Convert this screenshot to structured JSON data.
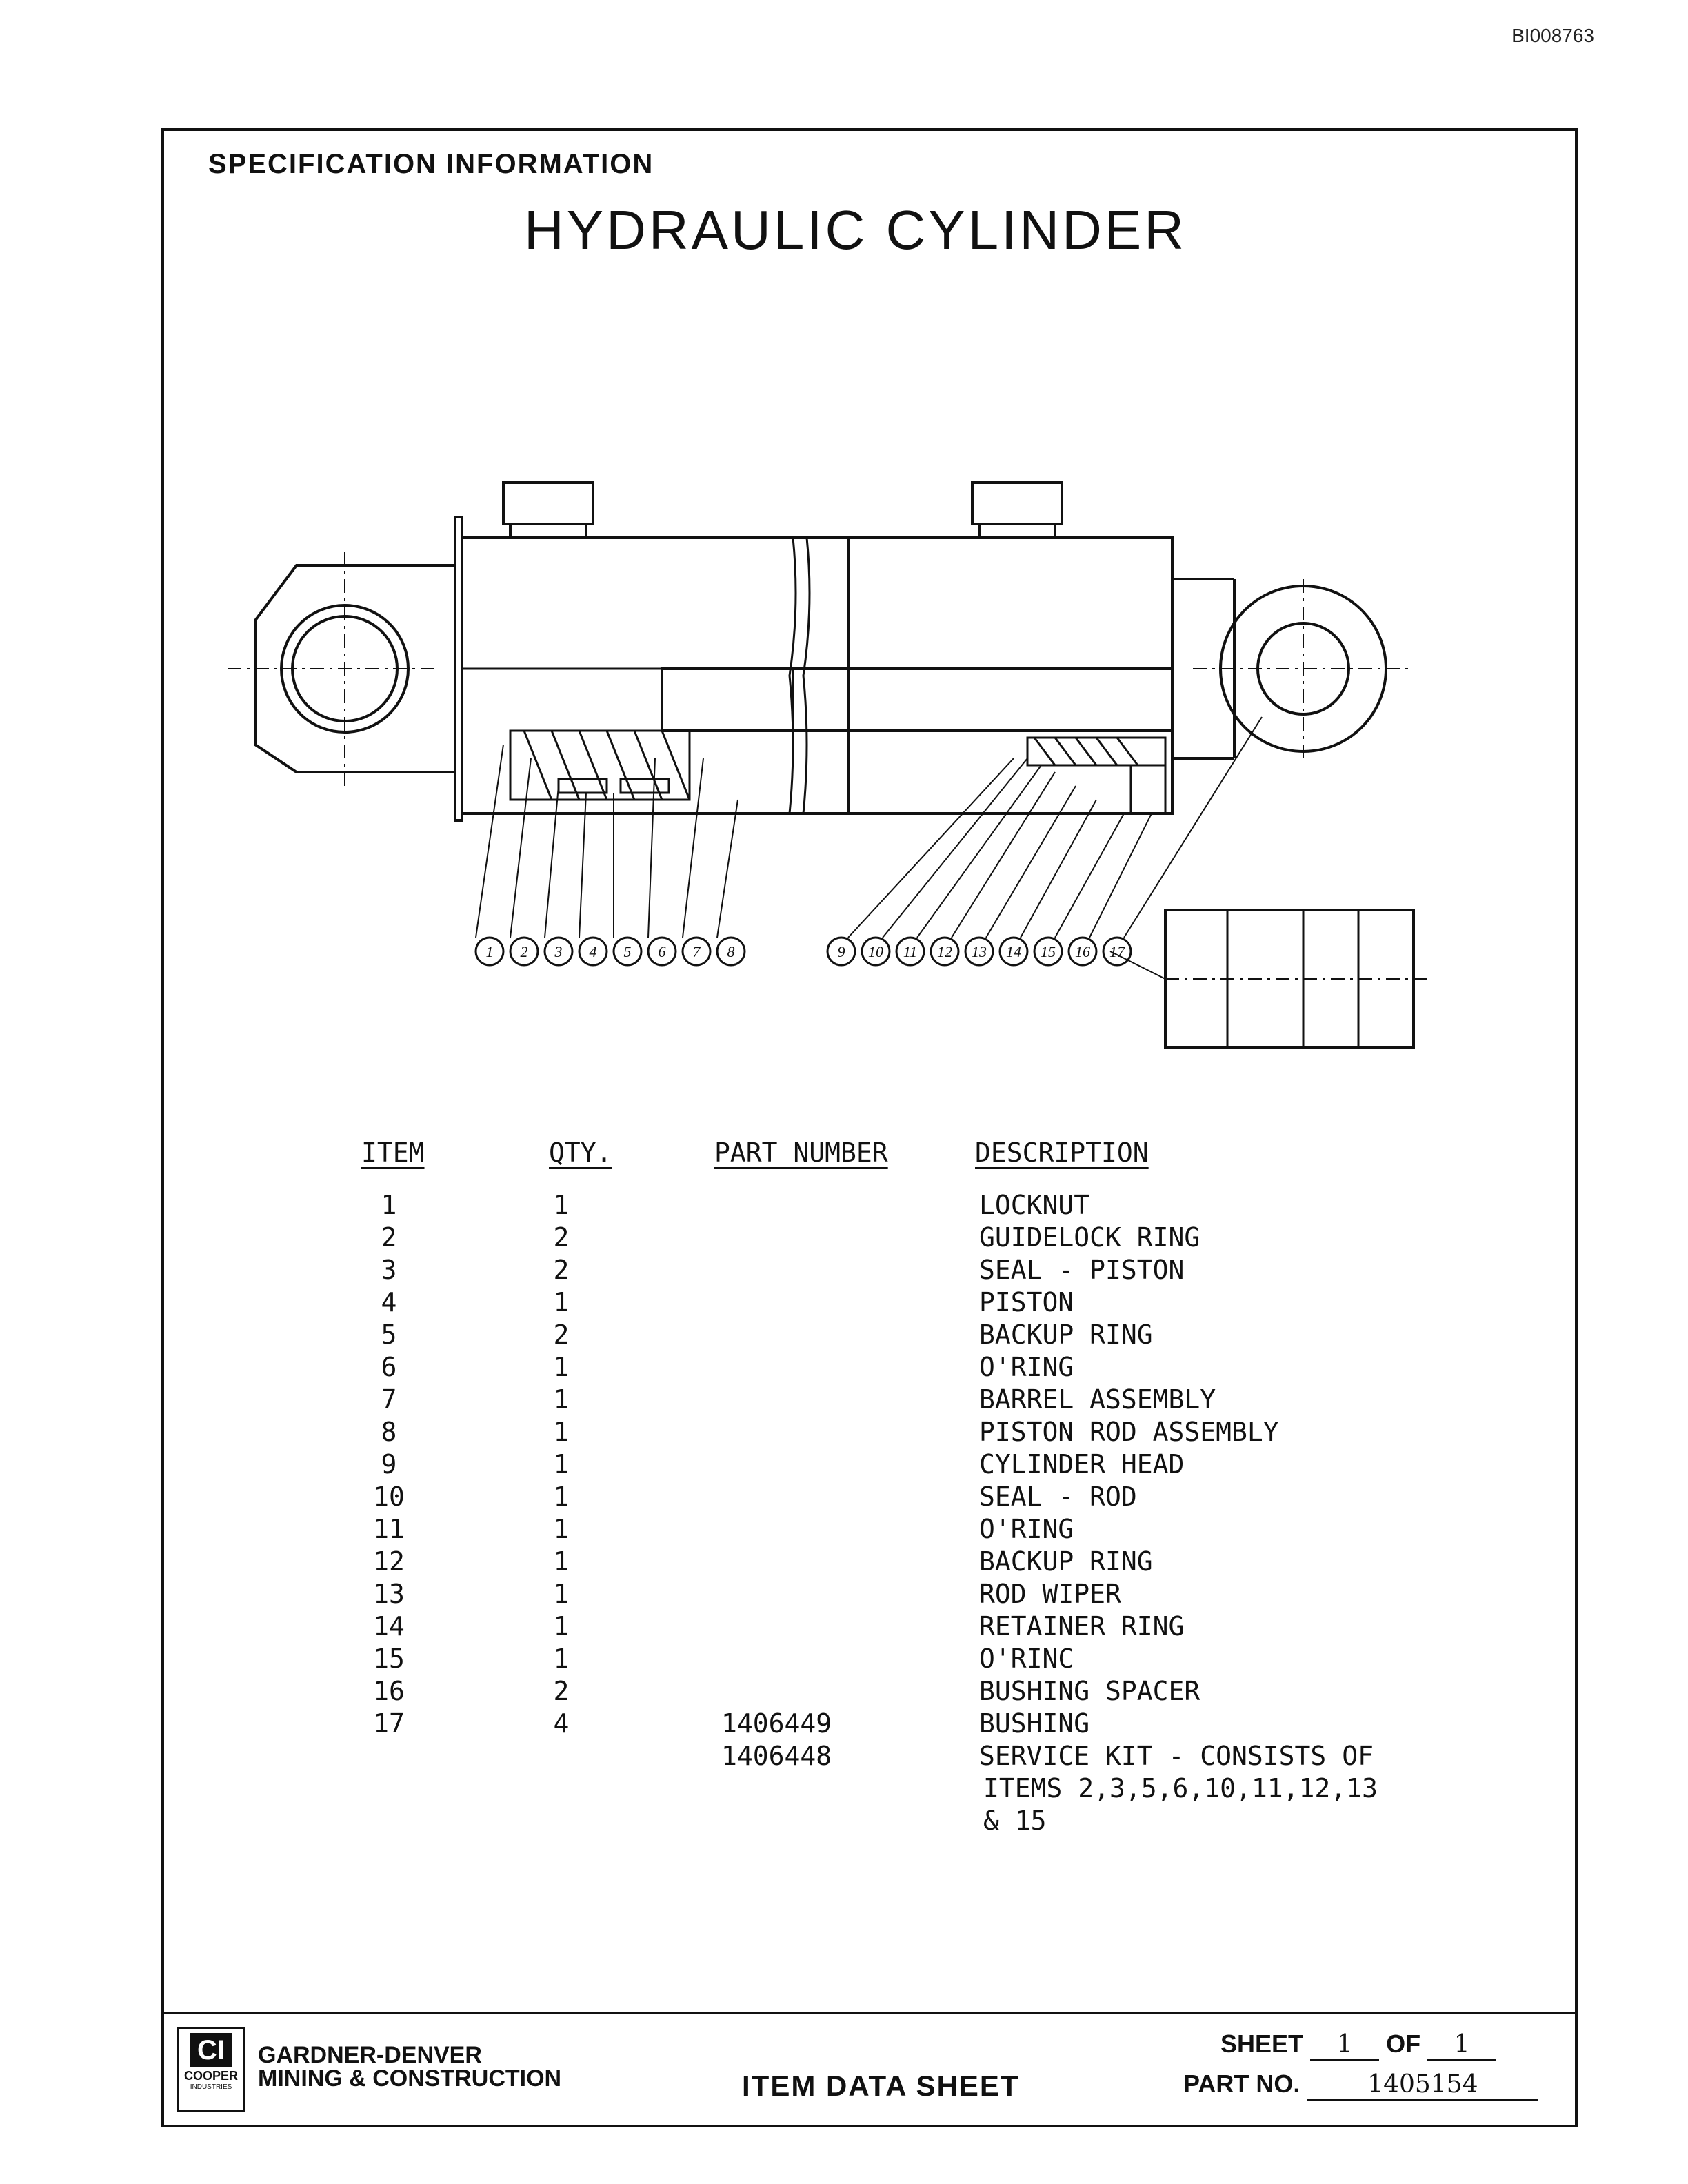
{
  "doc_id": "BI008763",
  "header": {
    "section": "SPECIFICATION INFORMATION",
    "title": "HYDRAULIC CYLINDER"
  },
  "drawing": {
    "callouts": [
      "1",
      "2",
      "3",
      "4",
      "5",
      "6",
      "7",
      "8",
      "9",
      "10",
      "11",
      "12",
      "13",
      "14",
      "15",
      "16",
      "17"
    ]
  },
  "parts_table": {
    "headers": {
      "item": "ITEM",
      "qty": "QTY.",
      "part_number": "PART NUMBER",
      "description": "DESCRIPTION"
    },
    "rows": [
      {
        "item": "1",
        "qty": "1",
        "part_number": "",
        "description": "LOCKNUT"
      },
      {
        "item": "2",
        "qty": "2",
        "part_number": "",
        "description": "GUIDELOCK RING"
      },
      {
        "item": "3",
        "qty": "2",
        "part_number": "",
        "description": "SEAL - PISTON"
      },
      {
        "item": "4",
        "qty": "1",
        "part_number": "",
        "description": "PISTON"
      },
      {
        "item": "5",
        "qty": "2",
        "part_number": "",
        "description": "BACKUP RING"
      },
      {
        "item": "6",
        "qty": "1",
        "part_number": "",
        "description": "O'RING"
      },
      {
        "item": "7",
        "qty": "1",
        "part_number": "",
        "description": "BARREL ASSEMBLY"
      },
      {
        "item": "8",
        "qty": "1",
        "part_number": "",
        "description": "PISTON ROD ASSEMBLY"
      },
      {
        "item": "9",
        "qty": "1",
        "part_number": "",
        "description": "CYLINDER HEAD"
      },
      {
        "item": "10",
        "qty": "1",
        "part_number": "",
        "description": "SEAL - ROD"
      },
      {
        "item": "11",
        "qty": "1",
        "part_number": "",
        "description": "O'RING"
      },
      {
        "item": "12",
        "qty": "1",
        "part_number": "",
        "description": "BACKUP RING"
      },
      {
        "item": "13",
        "qty": "1",
        "part_number": "",
        "description": "ROD WIPER"
      },
      {
        "item": "14",
        "qty": "1",
        "part_number": "",
        "description": "RETAINER RING"
      },
      {
        "item": "15",
        "qty": "1",
        "part_number": "",
        "description": "O'RINC"
      },
      {
        "item": "16",
        "qty": "2",
        "part_number": "",
        "description": "BUSHING SPACER"
      },
      {
        "item": "17",
        "qty": "4",
        "part_number": "1406449",
        "description": "BUSHING"
      },
      {
        "item": "",
        "qty": "",
        "part_number": "1406448",
        "description": "SERVICE KIT - CONSISTS OF"
      }
    ],
    "desc_continuation": [
      "ITEMS 2,3,5,6,10,11,12,13",
      "& 15"
    ]
  },
  "footer": {
    "logo_mark": "CI",
    "logo_cooper": "COOPER",
    "logo_industries": "INDUSTRIES",
    "company_line1": "GARDNER-DENVER",
    "company_line2": "MINING & CONSTRUCTION",
    "sheet_title": "ITEM DATA SHEET",
    "sheet_label": "SHEET",
    "sheet_number": "1",
    "of_label": "OF",
    "sheet_total": "1",
    "part_no_label": "PART NO.",
    "part_no": "1405154"
  }
}
